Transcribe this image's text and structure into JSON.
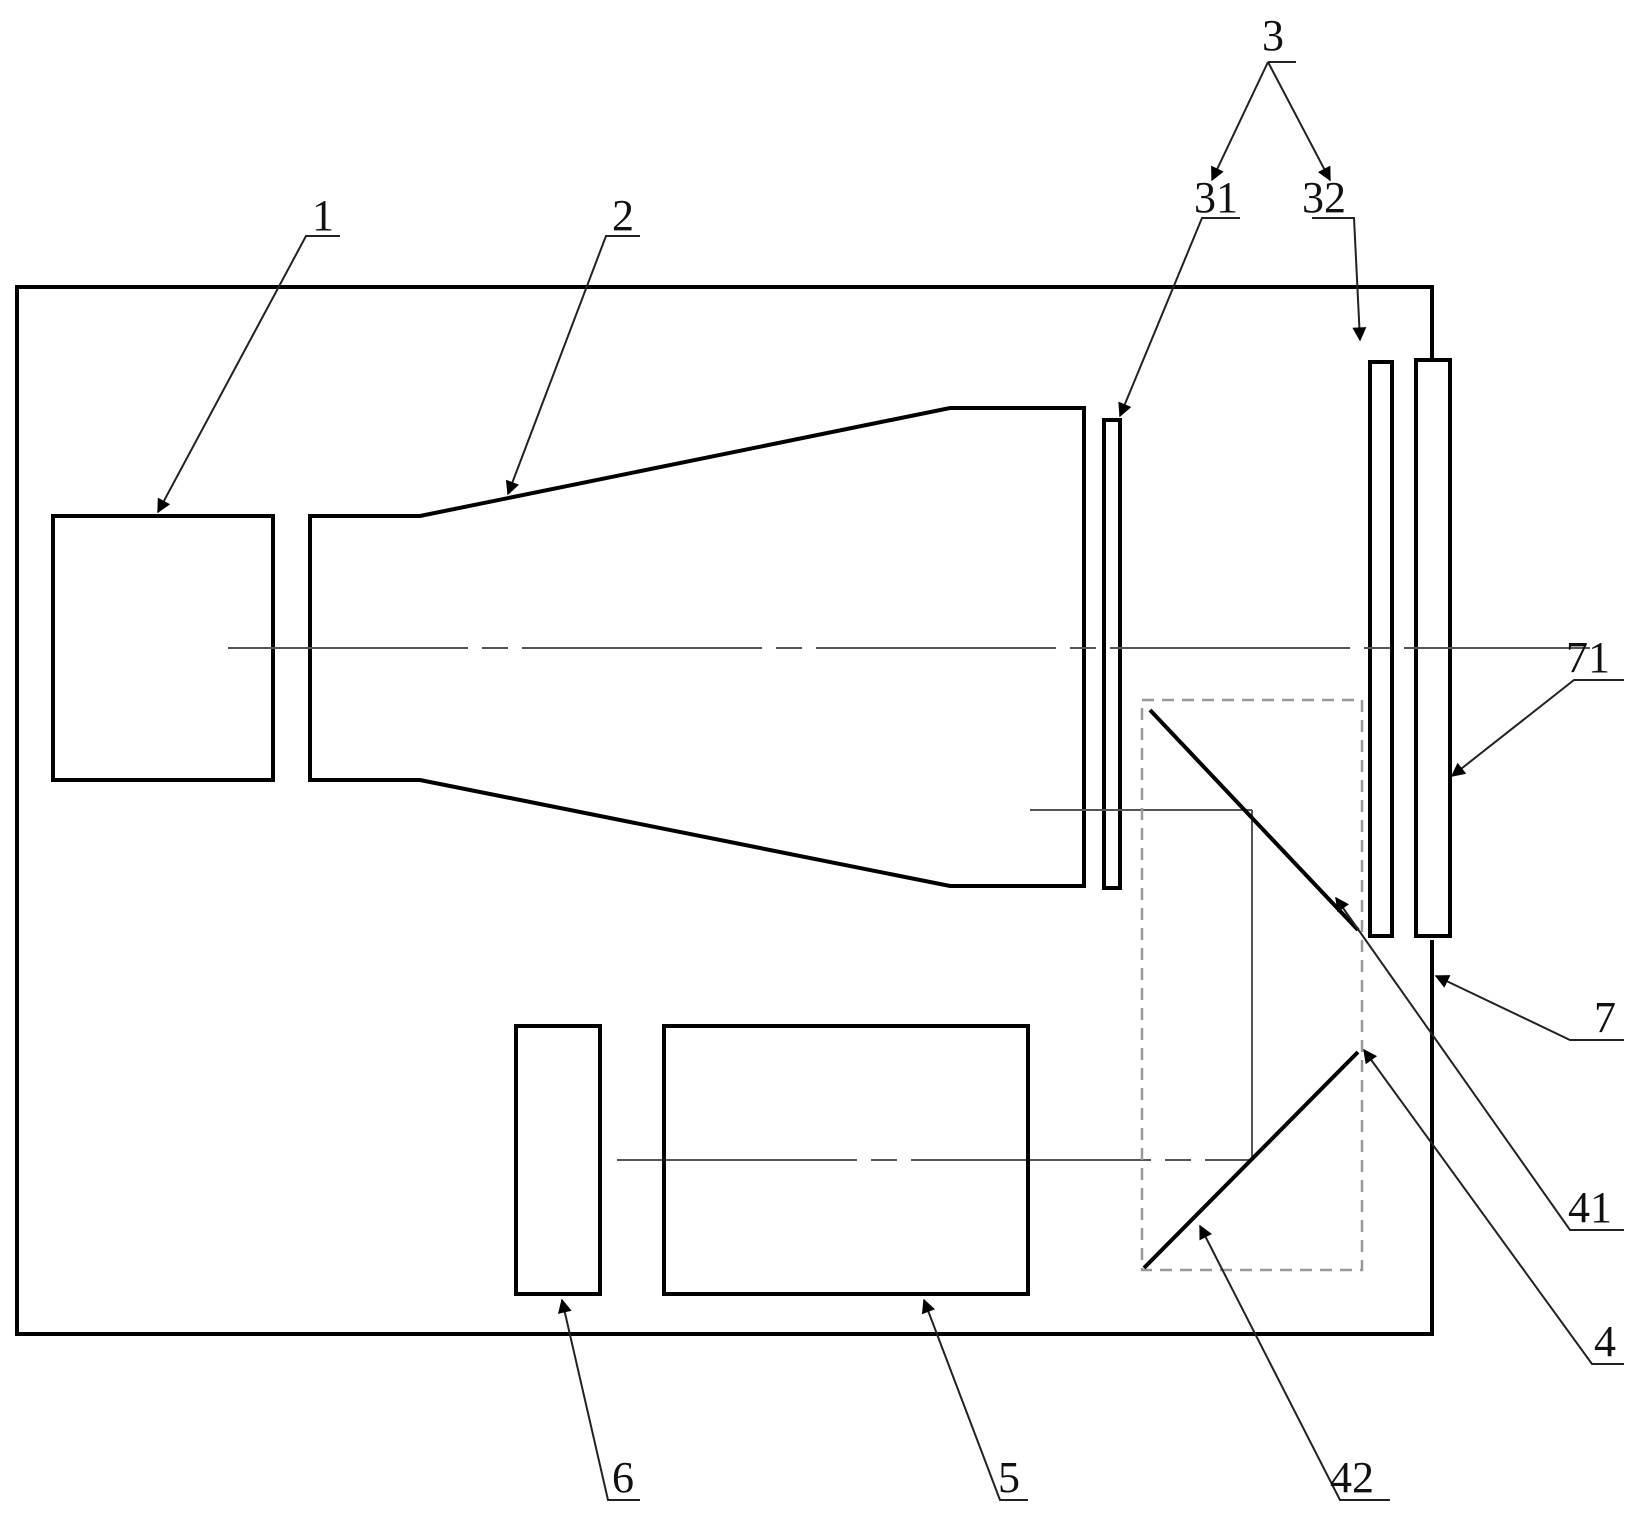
{
  "labels": {
    "l1": "1",
    "l2": "2",
    "l3": "3",
    "l31": "31",
    "l32": "32",
    "l71": "71",
    "l7": "7",
    "l41": "41",
    "l4": "4",
    "l42": "42",
    "l5": "5",
    "l6": "6"
  }
}
